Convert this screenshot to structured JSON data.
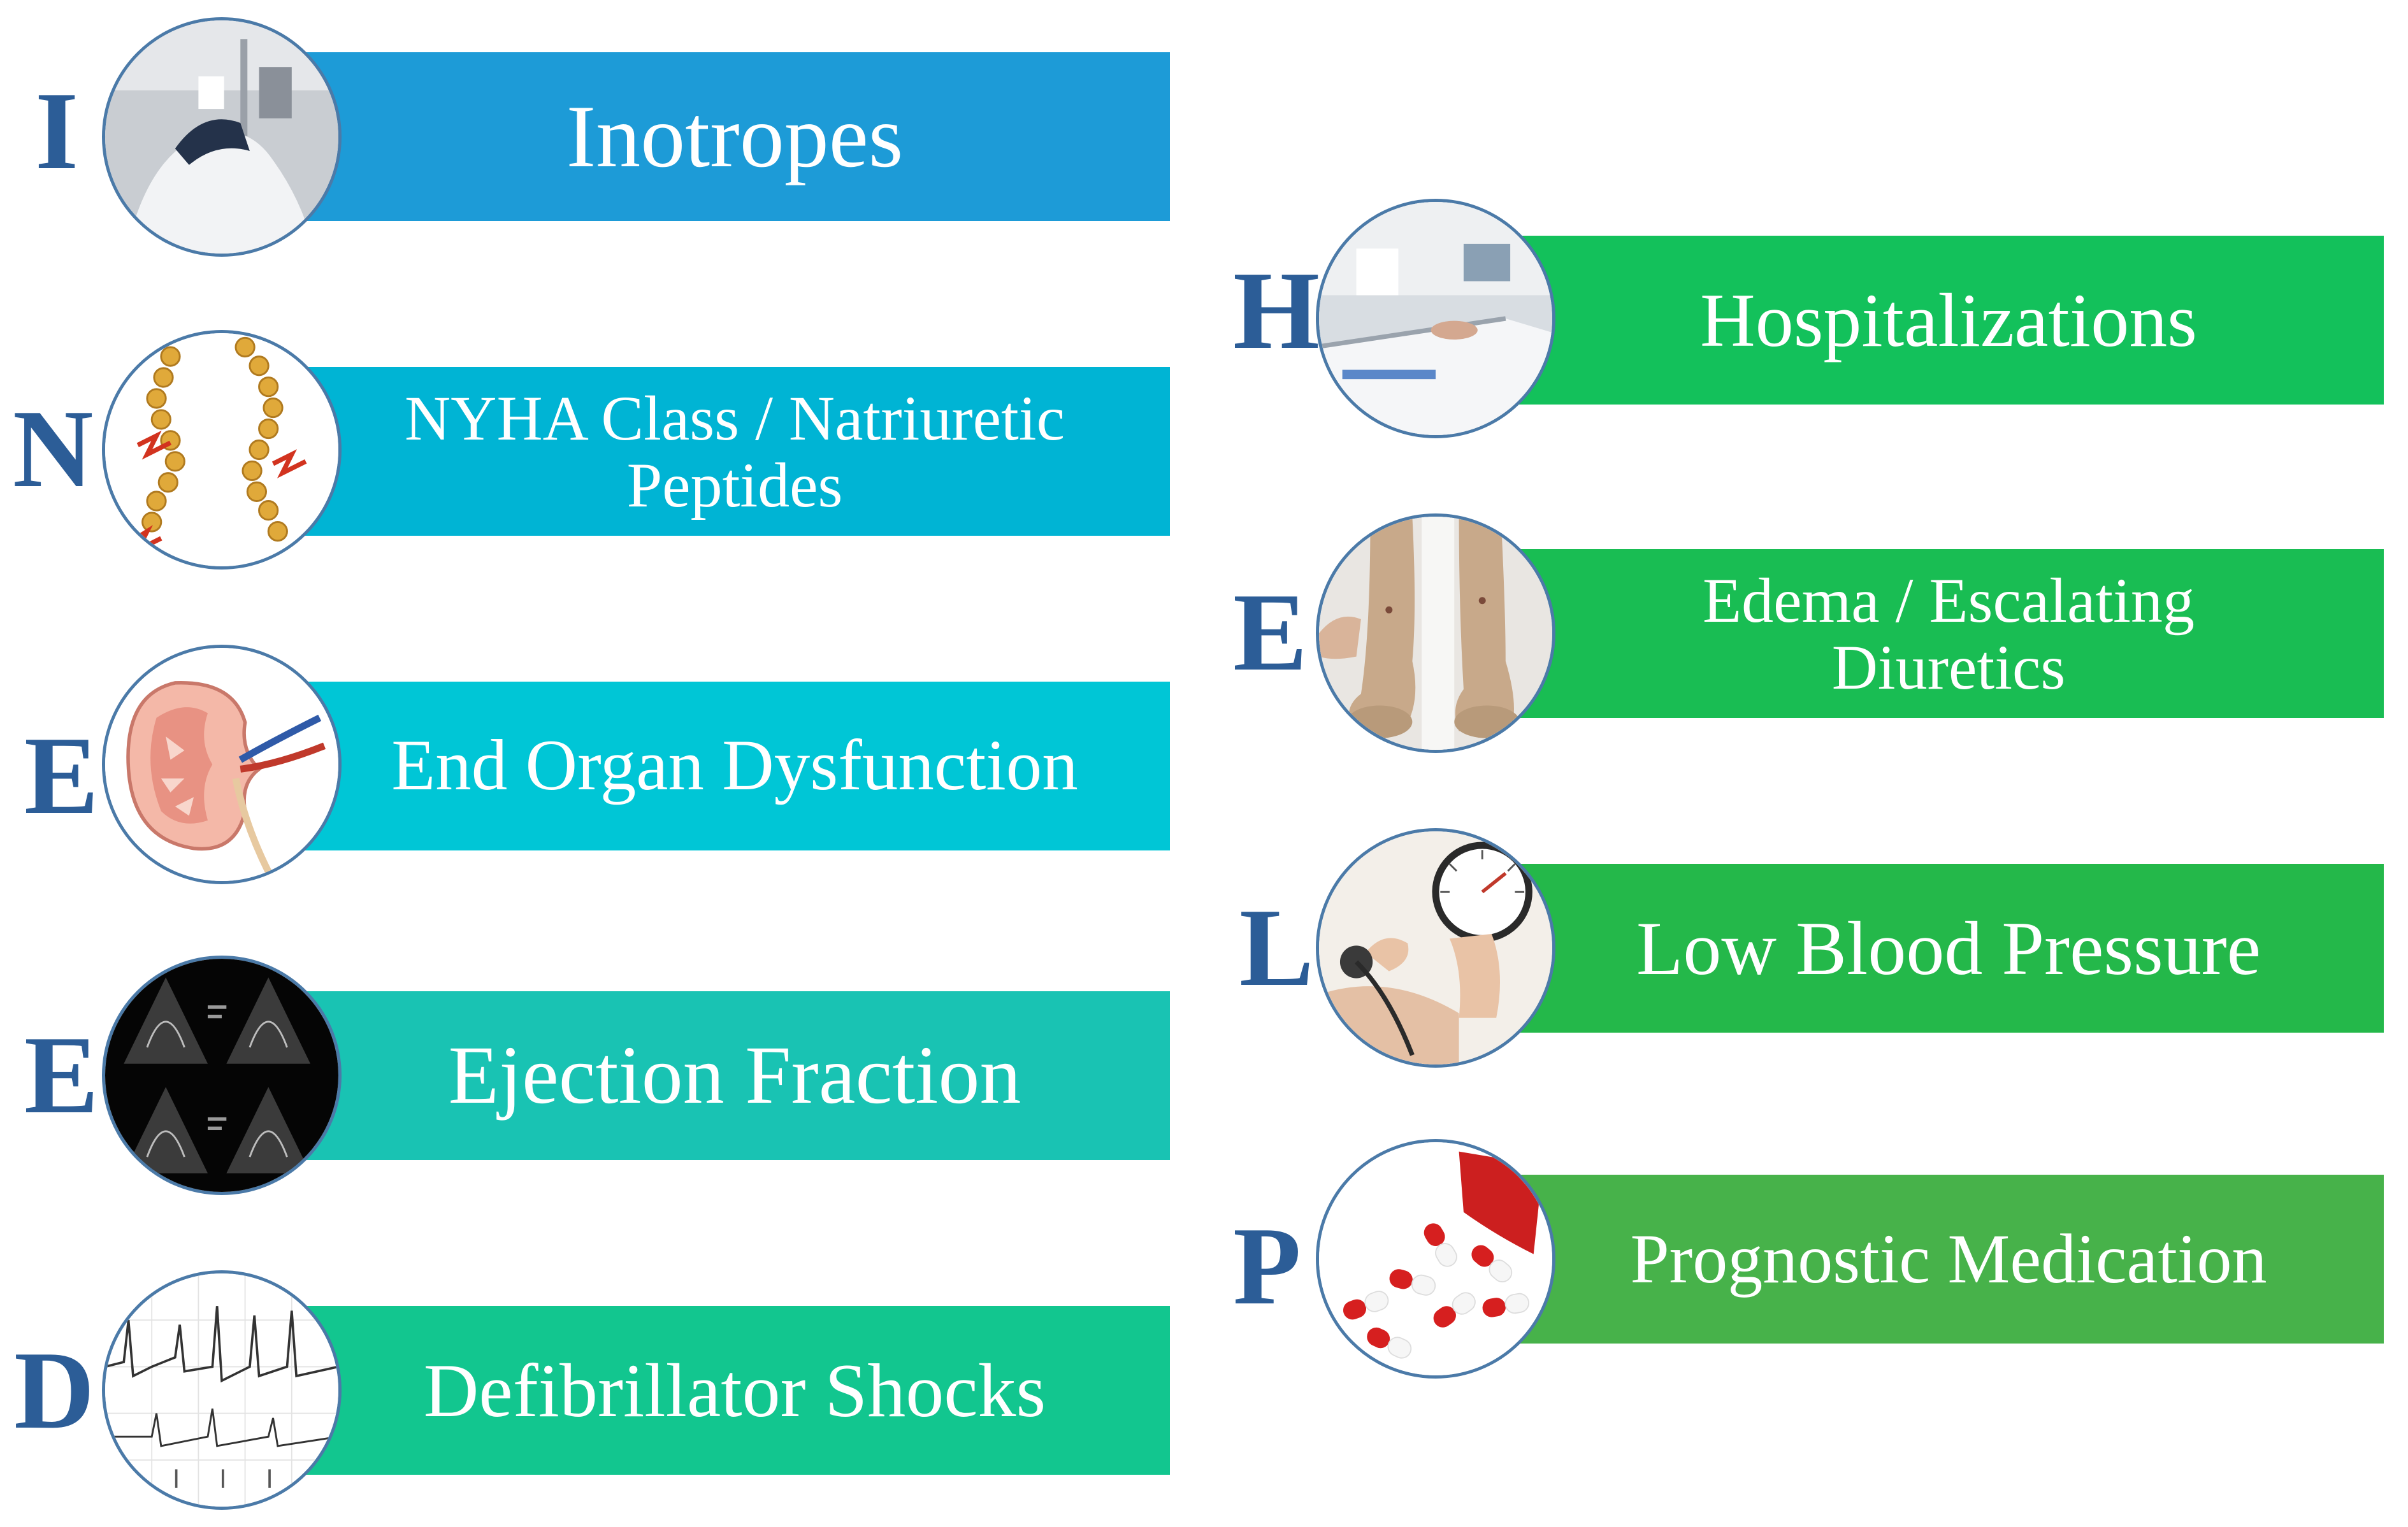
{
  "left_items": [
    {
      "letter": "I",
      "label": "Inotropes",
      "color": "#1d9bd7",
      "icon": "hospital-patient-photo-icon"
    },
    {
      "letter": "N",
      "label": "NYHA Class / Natriuretic Peptides",
      "color": "#00b4d4",
      "icon": "peptide-chain-icon"
    },
    {
      "letter": "E",
      "label": "End Organ Dysfunction",
      "color": "#00c6d6",
      "icon": "kidney-icon"
    },
    {
      "letter": "E",
      "label": "Ejection Fraction",
      "color": "#19c3b3",
      "icon": "echocardiogram-icon"
    },
    {
      "letter": "D",
      "label": "Defibrillator Shocks",
      "color": "#12c68f",
      "icon": "ecg-strip-icon"
    }
  ],
  "right_items": [
    {
      "letter": "H",
      "label": "Hospitalizations",
      "color": "#13c15b",
      "icon": "hospital-bed-icon"
    },
    {
      "letter": "E",
      "label": "Edema / Escalating Diuretics",
      "color": "#19bd53",
      "icon": "swollen-legs-icon"
    },
    {
      "letter": "L",
      "label": "Low Blood Pressure",
      "color": "#24b84a",
      "icon": "blood-pressure-gauge-icon"
    },
    {
      "letter": "P",
      "label": "Prognostic Medication",
      "color": "#47b24a",
      "icon": "pills-icon"
    }
  ]
}
